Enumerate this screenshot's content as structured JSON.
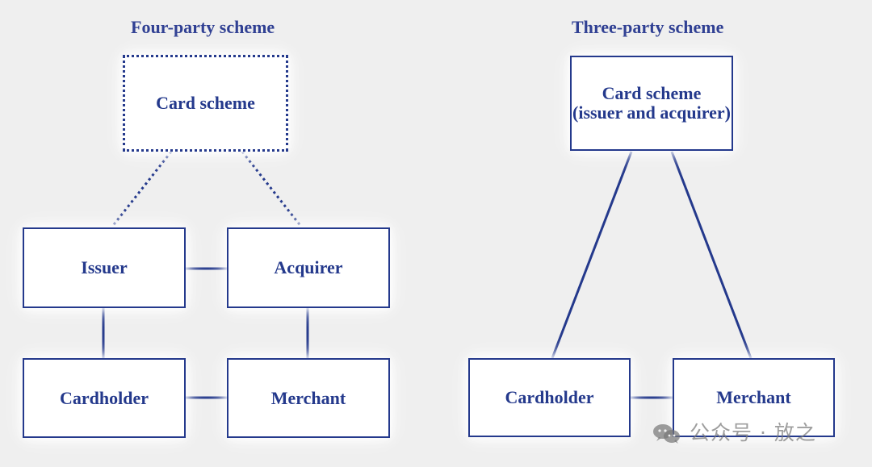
{
  "left_diagram": {
    "title": "Four-party scheme",
    "nodes": {
      "card_scheme": "Card scheme",
      "issuer": "Issuer",
      "acquirer": "Acquirer",
      "cardholder": "Cardholder",
      "merchant": "Merchant"
    }
  },
  "right_diagram": {
    "title": "Three-party scheme",
    "nodes": {
      "card_scheme_line1": "Card scheme",
      "card_scheme_line2": "(issuer and acquirer)",
      "cardholder": "Cardholder",
      "merchant": "Merchant"
    }
  },
  "watermark": {
    "text": "公众号 · 放之",
    "icon": "wechat-icon"
  },
  "colors": {
    "background": "#efefef",
    "accent": "#24398c",
    "title": "#2f3f93",
    "node_fill": "#ffffff",
    "watermark": "#8a8a8a"
  }
}
